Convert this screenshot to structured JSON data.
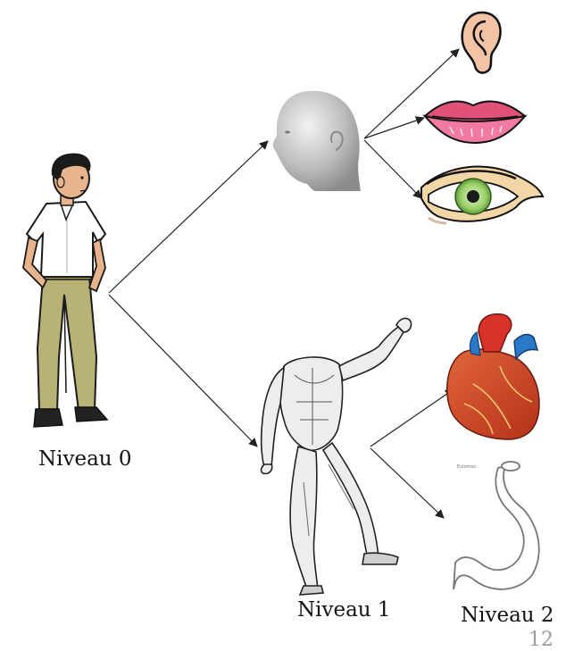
{
  "levels": {
    "level0_label": "Niveau 0",
    "level1_label": "Niveau 1",
    "level2_label": "Niveau 2"
  },
  "page_number": "12",
  "tiny_label_stomach": "Estomac",
  "illustrations": {
    "person": "man-standing-illustration",
    "head": "head-profile-render",
    "ear": "ear-icon",
    "mouth": "lips-icon",
    "eye": "eye-icon",
    "body": "muscular-anatomy-figure",
    "heart": "heart-icon",
    "stomach": "stomach-outline-icon"
  },
  "colors": {
    "arrow": "#222222",
    "heart_red": "#d8322a",
    "heart_blue": "#2a78c8",
    "lips": "#e0527a",
    "eye_green": "#9ccf6a",
    "pants": "#b8b276",
    "hair": "#1a1a1a"
  }
}
